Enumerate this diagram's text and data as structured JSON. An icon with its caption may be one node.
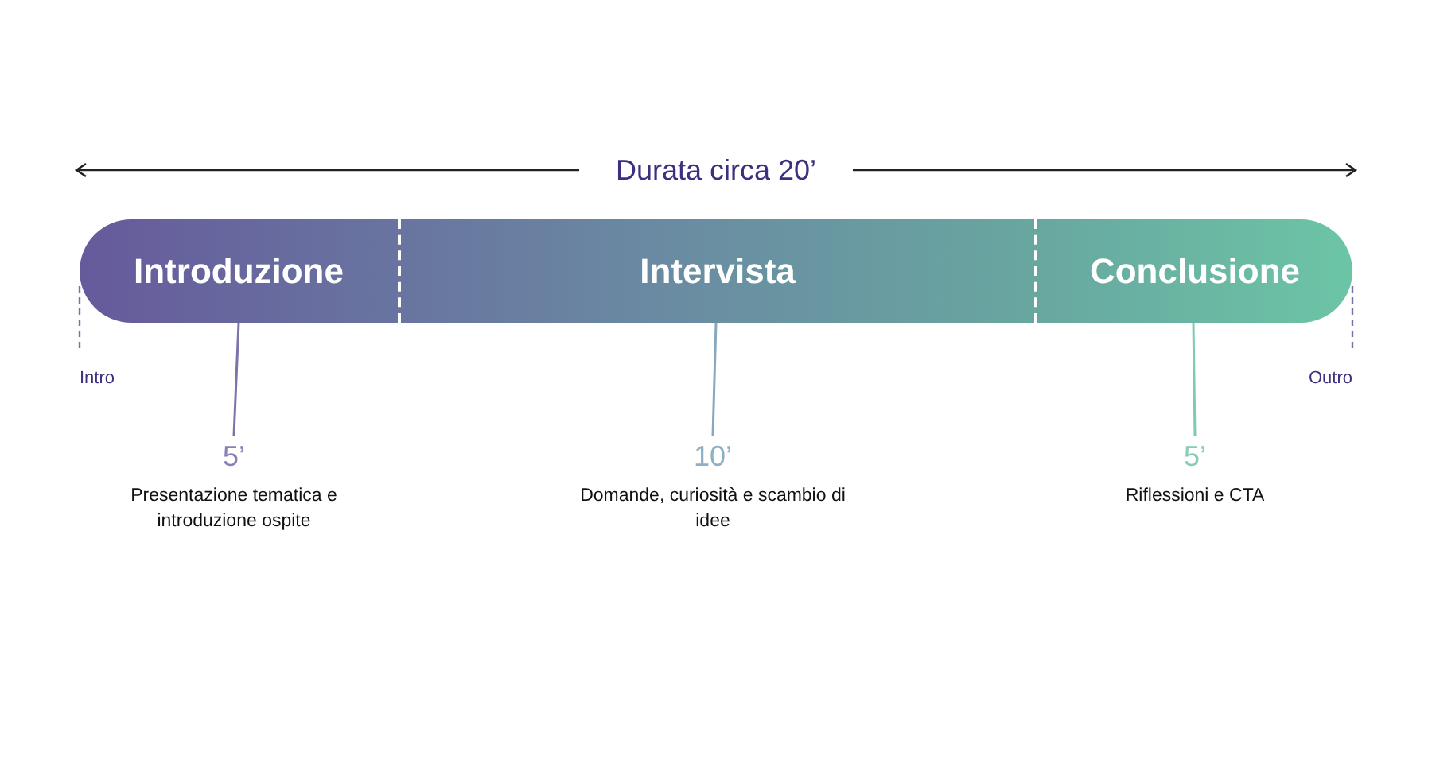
{
  "diagram": {
    "nodes": [
      {
        "text": [
          "Introduzione"
        ]
      },
      {
        "text": [
          "Intervista"
        ]
      },
      {
        "text": [
          "Conclusione"
        ]
      },
      {
        "text": [
          "5’",
          "Presentazione tematica e introduzione ospite"
        ]
      },
      {
        "text": [
          "10’",
          "Domande, curiosità e scambio di idee"
        ]
      },
      {
        "text": [
          "5’",
          "Riflessioni e CTA"
        ]
      }
    ],
    "edges": [
      {
        "from": 0,
        "to": 3,
        "arrow": "none",
        "color": "#7e74aa"
      },
      {
        "from": 1,
        "to": 4,
        "arrow": "none",
        "color": "#88a8bd"
      },
      {
        "from": 2,
        "to": 5,
        "arrow": "none",
        "color": "#7ecab5"
      }
    ],
    "labels": [
      "Durata circa 20’",
      "Intro",
      "Outro"
    ]
  }
}
